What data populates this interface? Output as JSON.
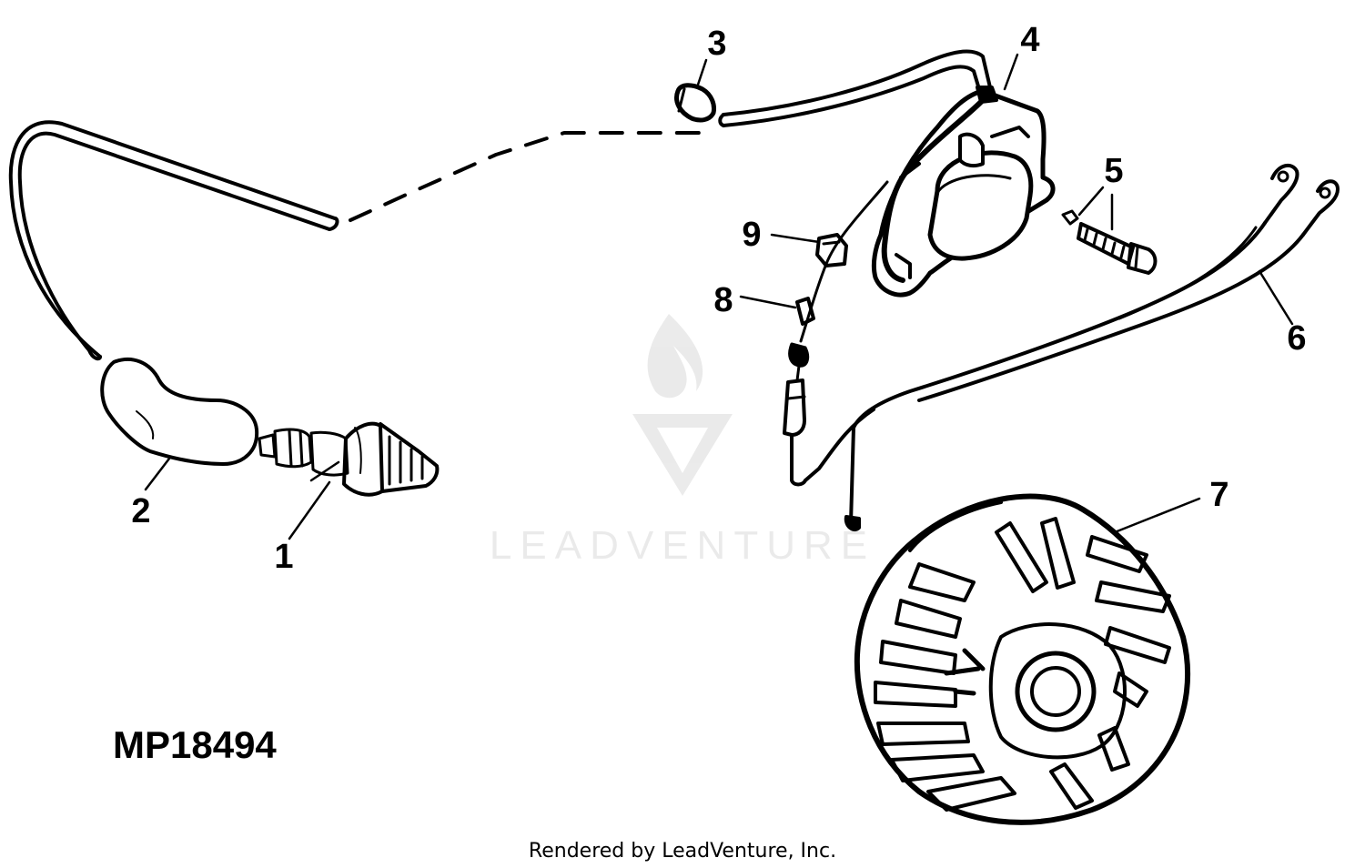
{
  "figure_id": "MP18494",
  "footer": "Rendered by LeadVenture, Inc.",
  "watermark": "LEADVENTURE",
  "callouts": [
    "1",
    "2",
    "3",
    "4",
    "5",
    "6",
    "7",
    "8",
    "9"
  ],
  "line_color": "#000000"
}
